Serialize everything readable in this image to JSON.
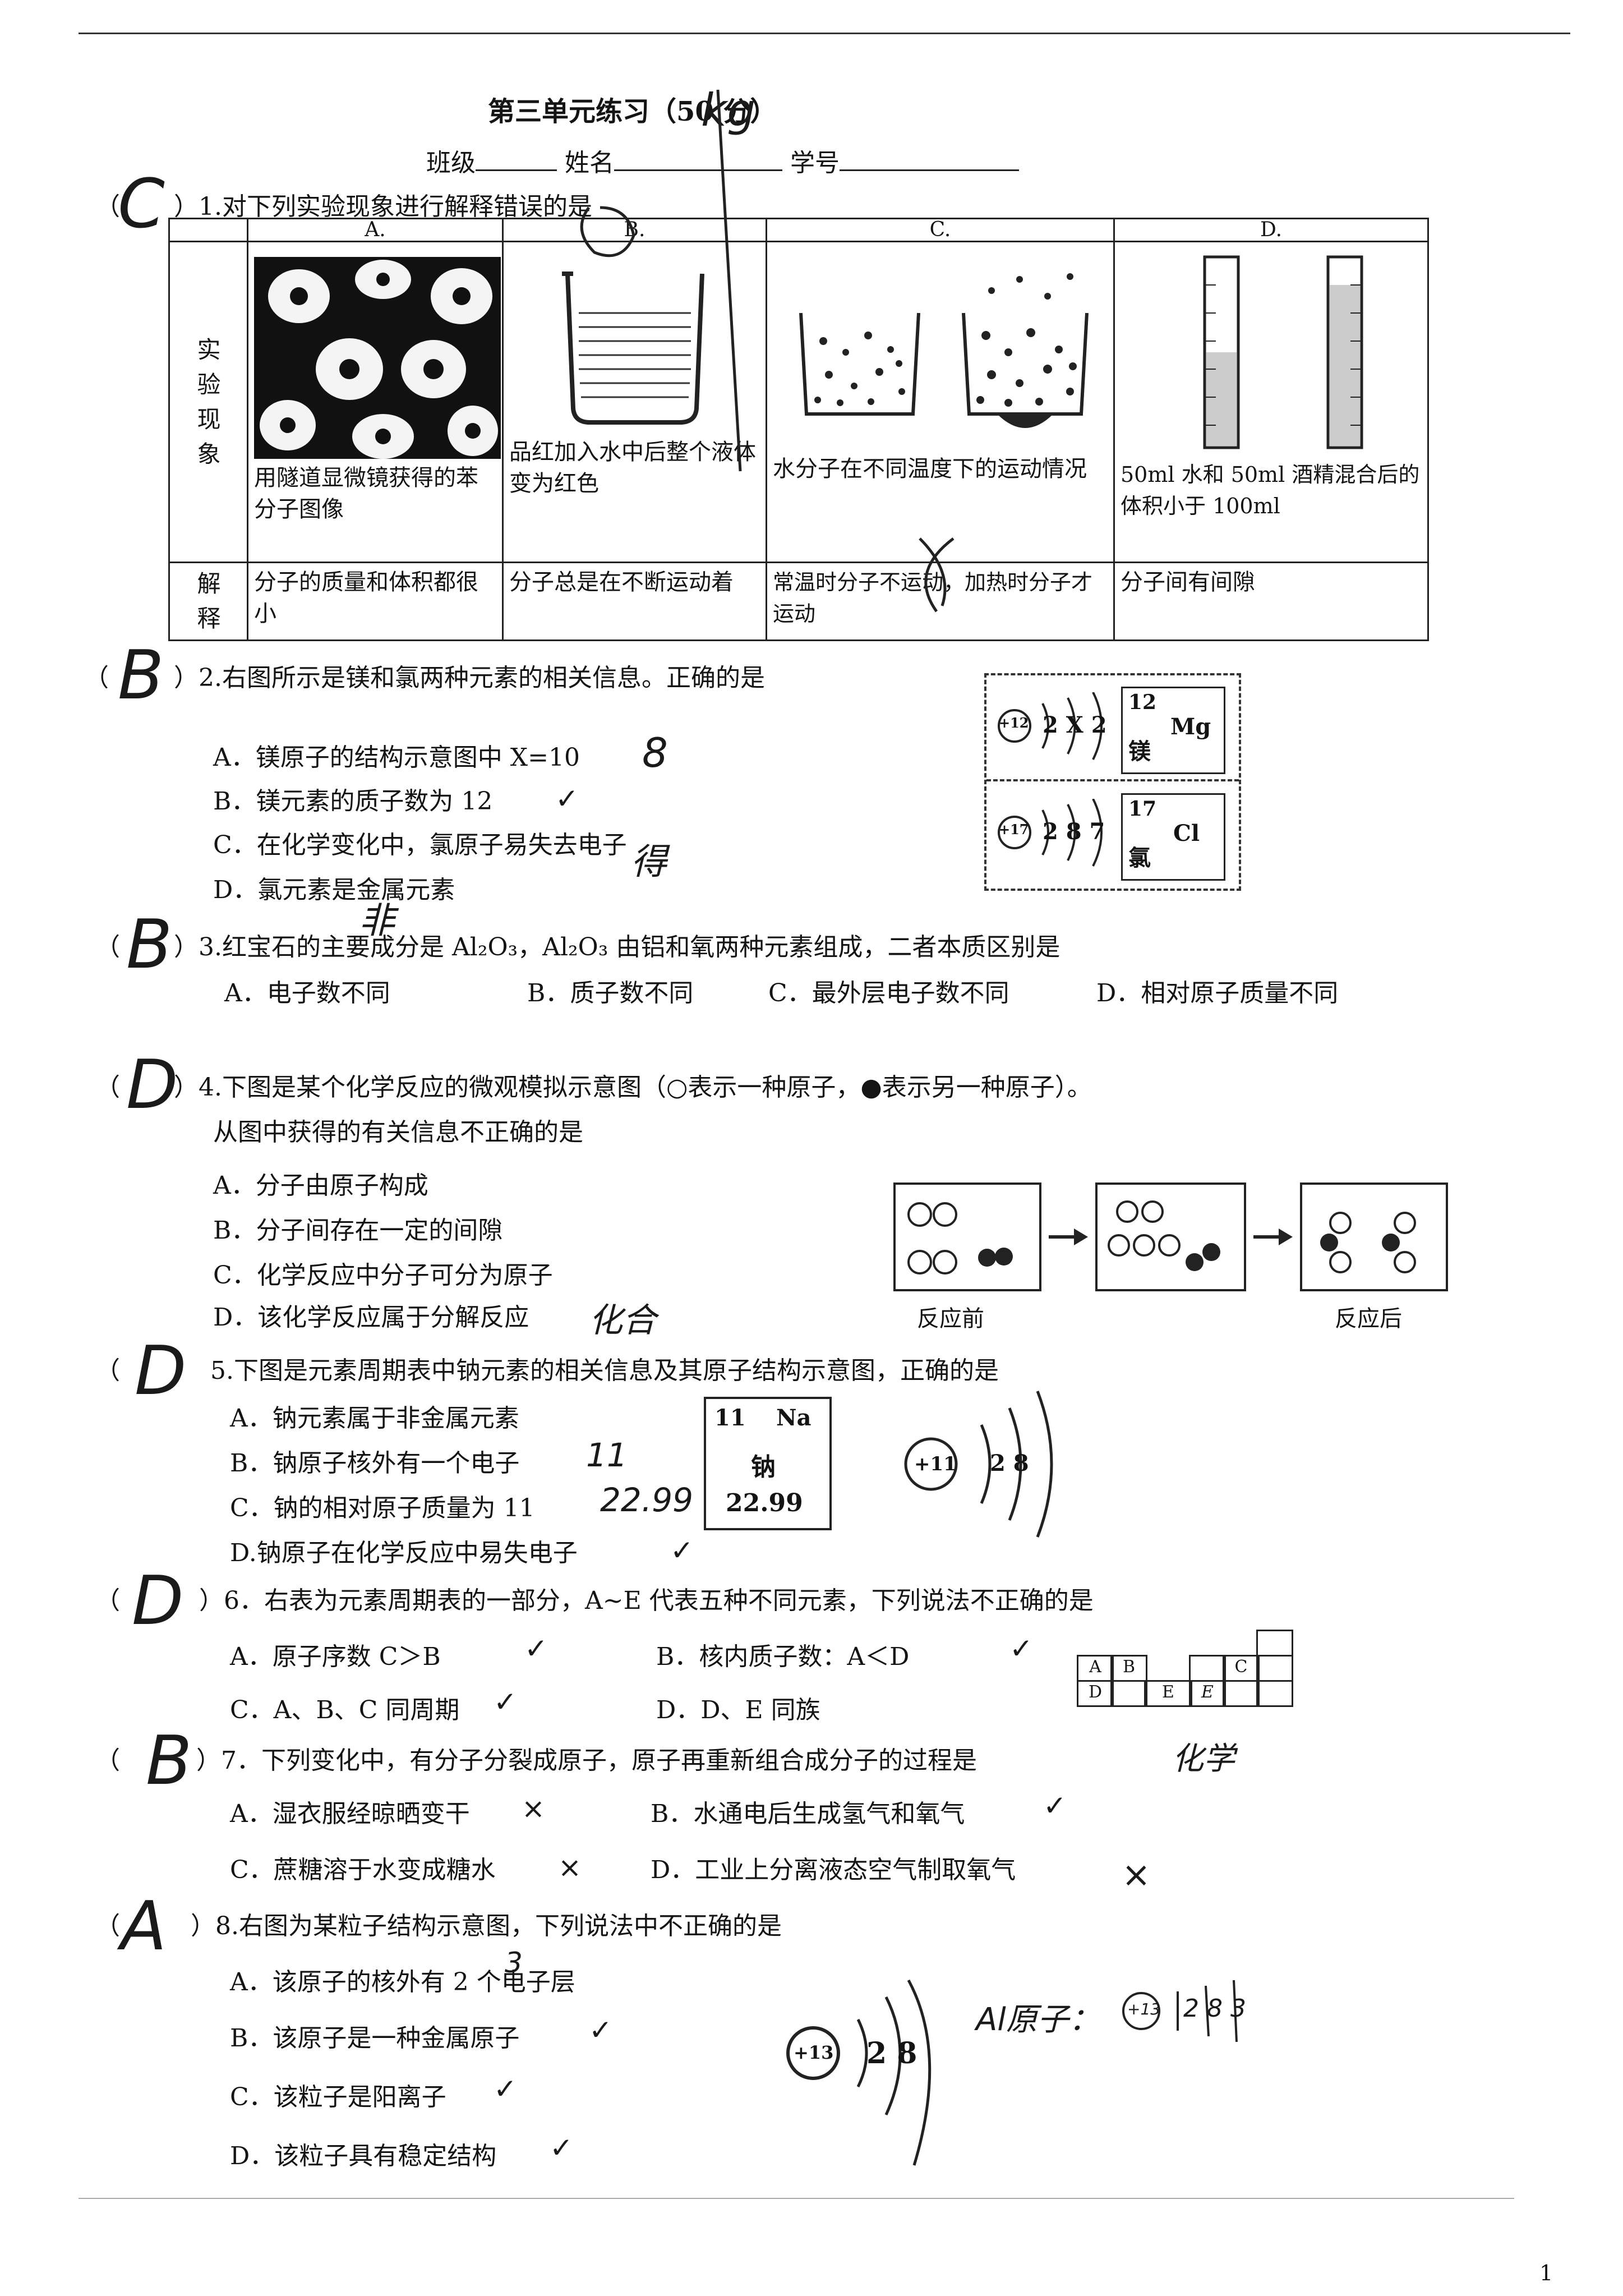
{
  "title": "第三单元练习（50 分）",
  "title_hw": "kg",
  "header_fields": {
    "class_label": "班级",
    "name_label": "姓名",
    "number_label": "学号"
  },
  "page_number": "1",
  "q1": {
    "answer": "C",
    "stem": "）1.对下列实验现象进行解释错误的是",
    "col_headers": [
      "A.",
      "B.",
      "C.",
      "D."
    ],
    "row_phenomenon_label": "实验现象",
    "row_explain_label": "解释",
    "phenomena": [
      "用隧道显微镜获得的苯分子图像",
      "品红加入水中后整个液体变为红色",
      "水分子在不同温度下的运动情况",
      "50ml 水和 50ml 酒精混合后的体积小于 100ml"
    ],
    "explanations": [
      "分子的质量和体积都很小",
      "分子总是在不断运动着",
      "常温时分子不运动，加热时分子才运动",
      "分子间有间隙"
    ]
  },
  "q2": {
    "answer": "B",
    "stem": "）2.右图所示是镁和氯两种元素的相关信息。正确的是",
    "options": [
      "A．镁原子的结构示意图中 X=10",
      "B．镁元素的质子数为 12",
      "C．在化学变化中，氯原子易失去电子",
      "D．氯元素是金属元素"
    ],
    "notes": {
      "a": "8",
      "b": "✓",
      "c": "得",
      "d": "非"
    },
    "mg_card": {
      "number": "12",
      "symbol": "Mg",
      "name": "镁"
    },
    "cl_card": {
      "number": "17",
      "symbol": "Cl",
      "name": "氯"
    },
    "mg_structure": {
      "nucleus": "+12",
      "shells": "2 X 2"
    },
    "cl_structure": {
      "nucleus": "+17",
      "shells": "2 8 7"
    }
  },
  "q3": {
    "answer": "B",
    "stem": "）3.红宝石的主要成分是 Al₂O₃，Al₂O₃ 由铝和氧两种元素组成，二者本质区别是",
    "options": [
      "A．电子数不同",
      "B．质子数不同",
      "C．最外层电子数不同",
      "D．相对原子质量不同"
    ]
  },
  "q4": {
    "answer": "D",
    "stem": "）4.下图是某个化学反应的微观模拟示意图（○表示一种原子，●表示另一种原子）。",
    "stem2": "从图中获得的有关信息不正确的是",
    "options": [
      "A．分子由原子构成",
      "B．分子间存在一定的间隙",
      "C．化学反应中分子可分为原子",
      "D．该化学反应属于分解反应"
    ],
    "note_d": "化合",
    "label_before": "反应前",
    "label_after": "反应后"
  },
  "q5": {
    "answer": "D",
    "stem": "5.下图是元素周期表中钠元素的相关信息及其原子结构示意图，正确的是",
    "options": [
      "A．钠元素属于非金属元素",
      "B．钠原子核外有一个电子",
      "C．钠的相对原子质量为 11",
      "D.钠原子在化学反应中易失电子"
    ],
    "notes": {
      "b": "11",
      "c": "22.99",
      "d": "✓"
    },
    "card": {
      "number": "11",
      "symbol": "Na",
      "name": "钠",
      "mass": "22.99"
    },
    "structure": {
      "nucleus": "+11",
      "shells": "2 8"
    }
  },
  "q6": {
    "answer": "D",
    "stem": "）6．右表为元素周期表的一部分，A~E 代表五种不同元素，下列说法不正确的是",
    "options": [
      "A．原子序数 C＞B",
      "B．核内质子数：A＜D",
      "C．A、B、C 同周期",
      "D．D、E 同族"
    ],
    "table_row1": [
      "A",
      "B",
      "",
      "C",
      ""
    ],
    "table_row2": [
      "D",
      "",
      "E",
      "",
      ""
    ],
    "marks": {
      "a": "✓",
      "b": "✓",
      "c": "✓"
    }
  },
  "q7": {
    "answer": "B",
    "stem": "）7．下列变化中，有分子分裂成原子，原子再重新组合成分子的过程是",
    "note": "化学",
    "options": [
      "A．湿衣服经晾晒变干",
      "B．水通电后生成氢气和氧气",
      "C．蔗糖溶于水变成糖水",
      "D．工业上分离液态空气制取氧气"
    ],
    "marks": {
      "a": "×",
      "b": "✓",
      "c": "×",
      "d": "×"
    }
  },
  "q8": {
    "answer": "A",
    "stem": "）8.右图为某粒子结构示意图，下列说法中不正确的是",
    "options": [
      "A．该原子的核外有 2 个电子层",
      "B．该原子是一种金属原子",
      "C．该粒子是阳离子",
      "D．该粒子具有稳定结构"
    ],
    "marks": {
      "b": "✓",
      "c": "✓",
      "d": "✓"
    },
    "note_a": "3",
    "structure": {
      "nucleus": "+13",
      "shells": "2 8"
    },
    "note_right": "Al原子：",
    "note_struct": {
      "nucleus": "+13",
      "shells": "2 8 3"
    }
  }
}
